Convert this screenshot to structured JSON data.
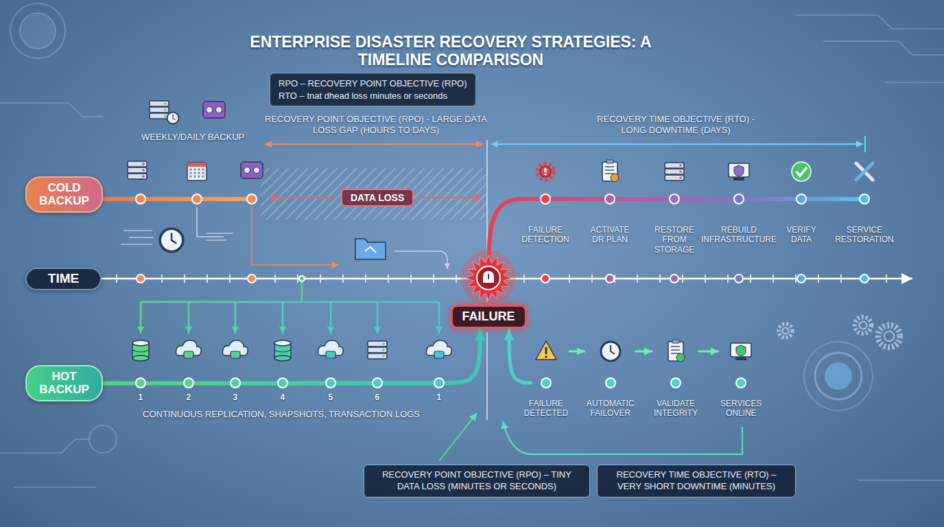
{
  "diagram": {
    "title": "ENTERPRISE DISASTER RECOVERY STRATEGIES: A TIMELINE COMPARISON",
    "nodes": [
      {
        "text": [
          "RPO – RECOVERY POINT OBJECTIVE (RPO)",
          "RTO – tnat dhead loss minutes or seconds"
        ]
      },
      {
        "text": [
          "COLD BACKUP"
        ]
      },
      {
        "text": [
          "DATA LOSS"
        ]
      },
      {
        "text": [
          "TIME"
        ]
      },
      {
        "text": [
          "FAILURE"
        ]
      },
      {
        "text": [
          "HOT BACKUP"
        ]
      },
      {
        "text": [
          "FAILURE DETECTED"
        ]
      },
      {
        "text": [
          "AUTOMATIC FAILOVER"
        ]
      },
      {
        "text": [
          "VALIDATE INTEGRITY"
        ]
      },
      {
        "text": [
          "SERVICES ONLINE"
        ]
      },
      {
        "text": [
          "RECOVERY POINT OBJECTIVE (RPO) – TINY DATA LOSS (MINUTES OR SECONDS)"
        ]
      },
      {
        "text": [
          "RECOVERY TIME OBJECTIVE (RTO) – VERY SHORT DOWNTIME (MINUTES)"
        ]
      }
    ],
    "edges": [
      {
        "from": 5,
        "to": 4,
        "arrow": "to"
      },
      {
        "from": 6,
        "to": 4,
        "arrow": "to"
      },
      {
        "from": 6,
        "to": 7,
        "arrow": "to"
      },
      {
        "from": 7,
        "to": 8,
        "arrow": "to"
      },
      {
        "from": 8,
        "to": 9,
        "arrow": "to"
      }
    ],
    "labels": [
      "WEEKLY/DAILY BACKUP",
      "RECOVERY POINT OBJECTIVE (RPO) - LARGE DATA LOSS GAP (HOURS TO DAYS)",
      "RECOVERY TIME OBJECTIVE (RTO) - LONG DOWNTIME (DAYS)",
      "FAILURE DETECTION",
      "ACTIVATE DR PLAN",
      "RESTORE FROM STORAGE",
      "REBUILD INFRASTRUCTURE",
      "VERIFY DATA",
      "SERVICE RESTORATION",
      "1",
      "2",
      "3",
      "4",
      "5",
      "6",
      "1",
      "CONTINUOUS REPLICATION, SHAPSHOTS, TRANSACTION LOGS"
    ]
  }
}
